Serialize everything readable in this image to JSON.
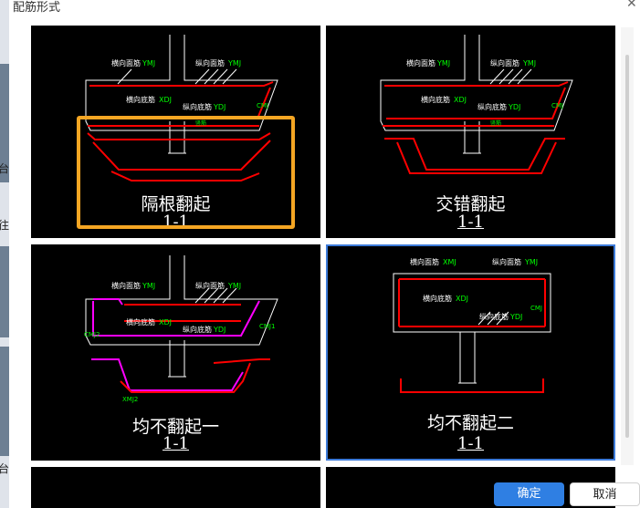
{
  "dialog": {
    "title": "配筋形式"
  },
  "buttons": {
    "ok": "确定",
    "cancel": "取消"
  },
  "colors": {
    "selected_border": "#3d7bd9",
    "highlight": "#f5a623",
    "rebar_red": "#ff0000",
    "rebar_magenta": "#ff00ff",
    "label_green": "#00ff00",
    "primary": "#2f7fe3"
  },
  "left_edge_fragments": [
    "台",
    "往",
    "台"
  ],
  "options": [
    {
      "caption": "隔根翻起",
      "section": "1-1",
      "labels": {
        "hmj": "横向面筋",
        "ymj": "纵向面筋",
        "xdj": "横向底筋",
        "ydj": "纵向底筋",
        "ymj_tag": "YMJ",
        "xdj_tag": "XDJ",
        "ydj_tag": "YDJ",
        "cmj_tag": "CMJ",
        "sjj": "竖筋"
      }
    },
    {
      "caption": "交错翻起",
      "section": "1-1",
      "labels": {
        "hmj": "横向面筋",
        "ymj": "纵向面筋",
        "xdj": "横向底筋",
        "ydj": "纵向底筋",
        "ymj_tag": "YMJ",
        "xdj_tag": "XDJ",
        "ydj_tag": "YDJ",
        "cmj_tag": "CMJ",
        "sjj": "竖筋"
      }
    },
    {
      "caption": "均不翻起一",
      "section": "1-1",
      "labels": {
        "hmj": "横向面筋",
        "ymj": "纵向面筋",
        "xdj": "横向底筋",
        "ydj": "纵向底筋",
        "ymj_tag": "YMJ",
        "xdj_tag": "XDJ",
        "ydj_tag": "YDJ",
        "cmj_tag": "CMJ1",
        "cmj2_tag": "CMJ2",
        "xmj2_tag": "XMJ2"
      }
    },
    {
      "caption": "均不翻起二",
      "section": "1-1",
      "labels": {
        "hmj": "横向面筋",
        "ymj": "纵向面筋",
        "xdj": "横向底筋",
        "ydj": "纵向底筋",
        "xmj_tag": "XMJ",
        "ymj_tag": "YMJ",
        "xdj_tag": "XDJ",
        "ydj_tag": "YDJ",
        "cmj_tag": "CMJ"
      }
    }
  ]
}
